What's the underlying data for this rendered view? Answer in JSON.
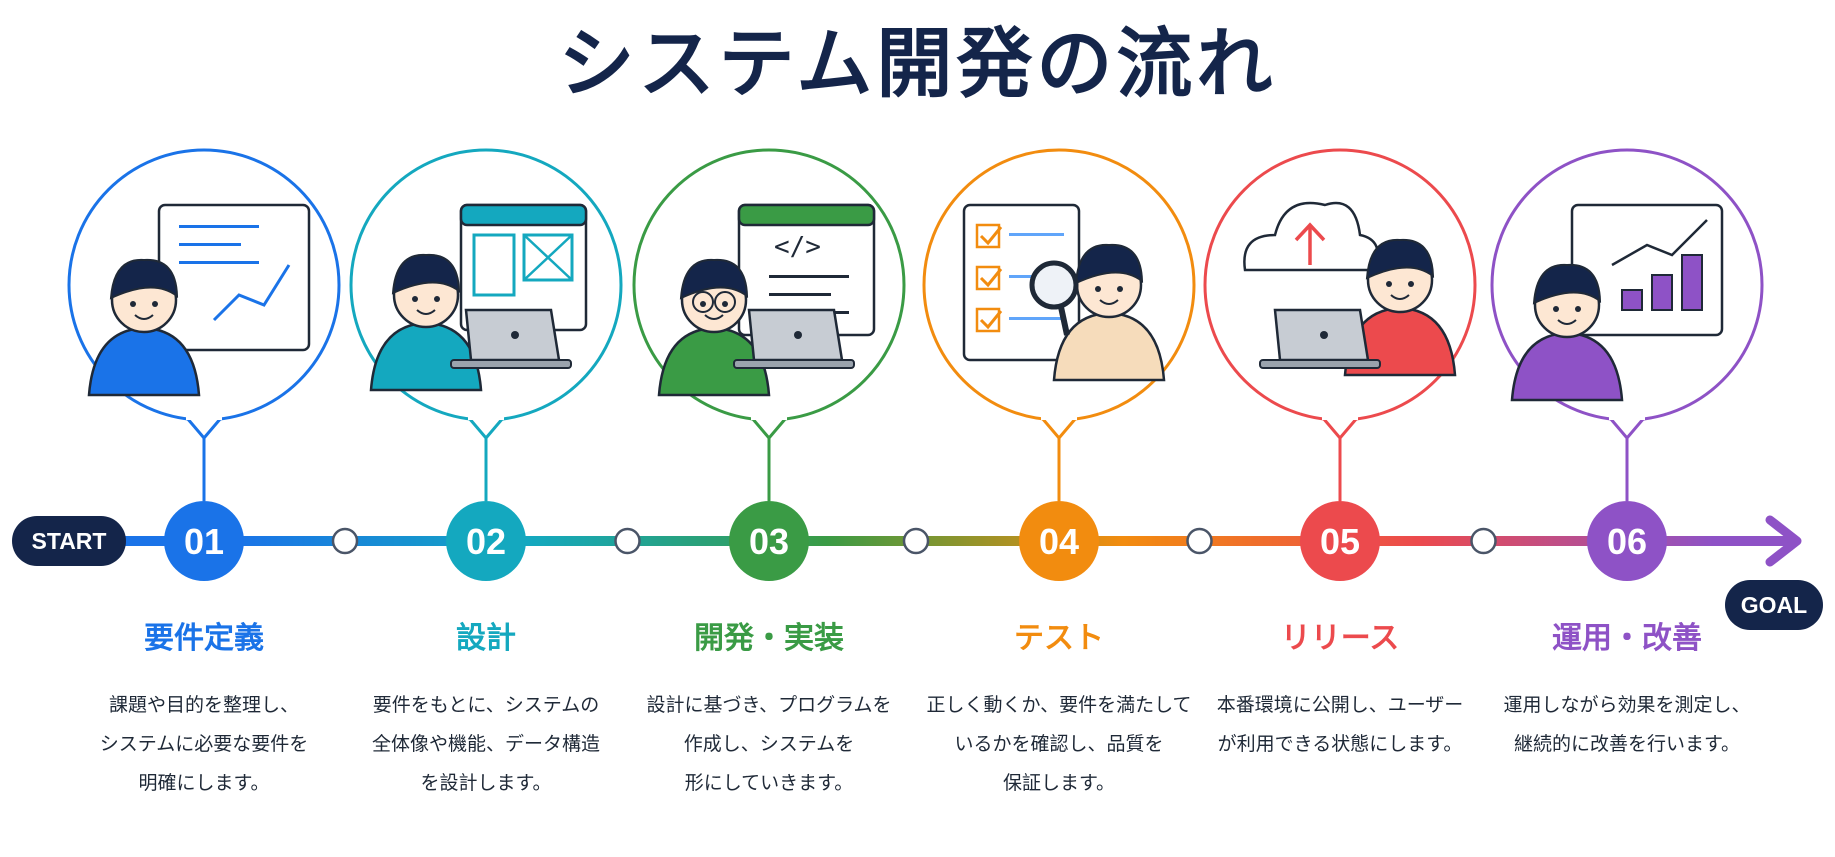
{
  "title": "システム開発の流れ",
  "start_label": "START",
  "goal_label": "GOAL",
  "colors": {
    "title": "#14254a",
    "pill": "#14254a",
    "step1": "#1a73e8",
    "step2": "#14a8bf",
    "step3": "#3a9b45",
    "step4": "#f28c0f",
    "step5": "#ec4a4d",
    "step6": "#8e52c6"
  },
  "steps": [
    {
      "number": "01",
      "name": "要件定義",
      "color": "#1a73e8",
      "desc": [
        "課題や目的を整理し、",
        "システムに必要な要件を",
        "明確にします。"
      ]
    },
    {
      "number": "02",
      "name": "設計",
      "color": "#14a8bf",
      "desc": [
        "要件をもとに、システムの",
        "全体像や機能、データ構造",
        "を設計します。"
      ]
    },
    {
      "number": "03",
      "name": "開発・実装",
      "color": "#3a9b45",
      "desc": [
        "設計に基づき、プログラムを",
        "作成し、システムを",
        "形にしていきます。"
      ]
    },
    {
      "number": "04",
      "name": "テスト",
      "color": "#f28c0f",
      "desc": [
        "正しく動くか、要件を満たして",
        "いるかを確認し、品質を",
        "保証します。"
      ]
    },
    {
      "number": "05",
      "name": "リリース",
      "color": "#ec4a4d",
      "desc": [
        "本番環境に公開し、ユーザー",
        "が利用できる状態にします。"
      ]
    },
    {
      "number": "06",
      "name": "運用・改善",
      "color": "#8e52c6",
      "desc": [
        "運用しながら効果を測定し、",
        "継続的に改善を行います。"
      ]
    }
  ],
  "illustrations": [
    "presenter-with-chart-icon",
    "designer-with-wireframe-icon",
    "developer-with-code-window-icon",
    "tester-with-checklist-magnifier-icon",
    "releaser-with-cloud-upload-icon",
    "operator-with-growth-chart-icon"
  ]
}
